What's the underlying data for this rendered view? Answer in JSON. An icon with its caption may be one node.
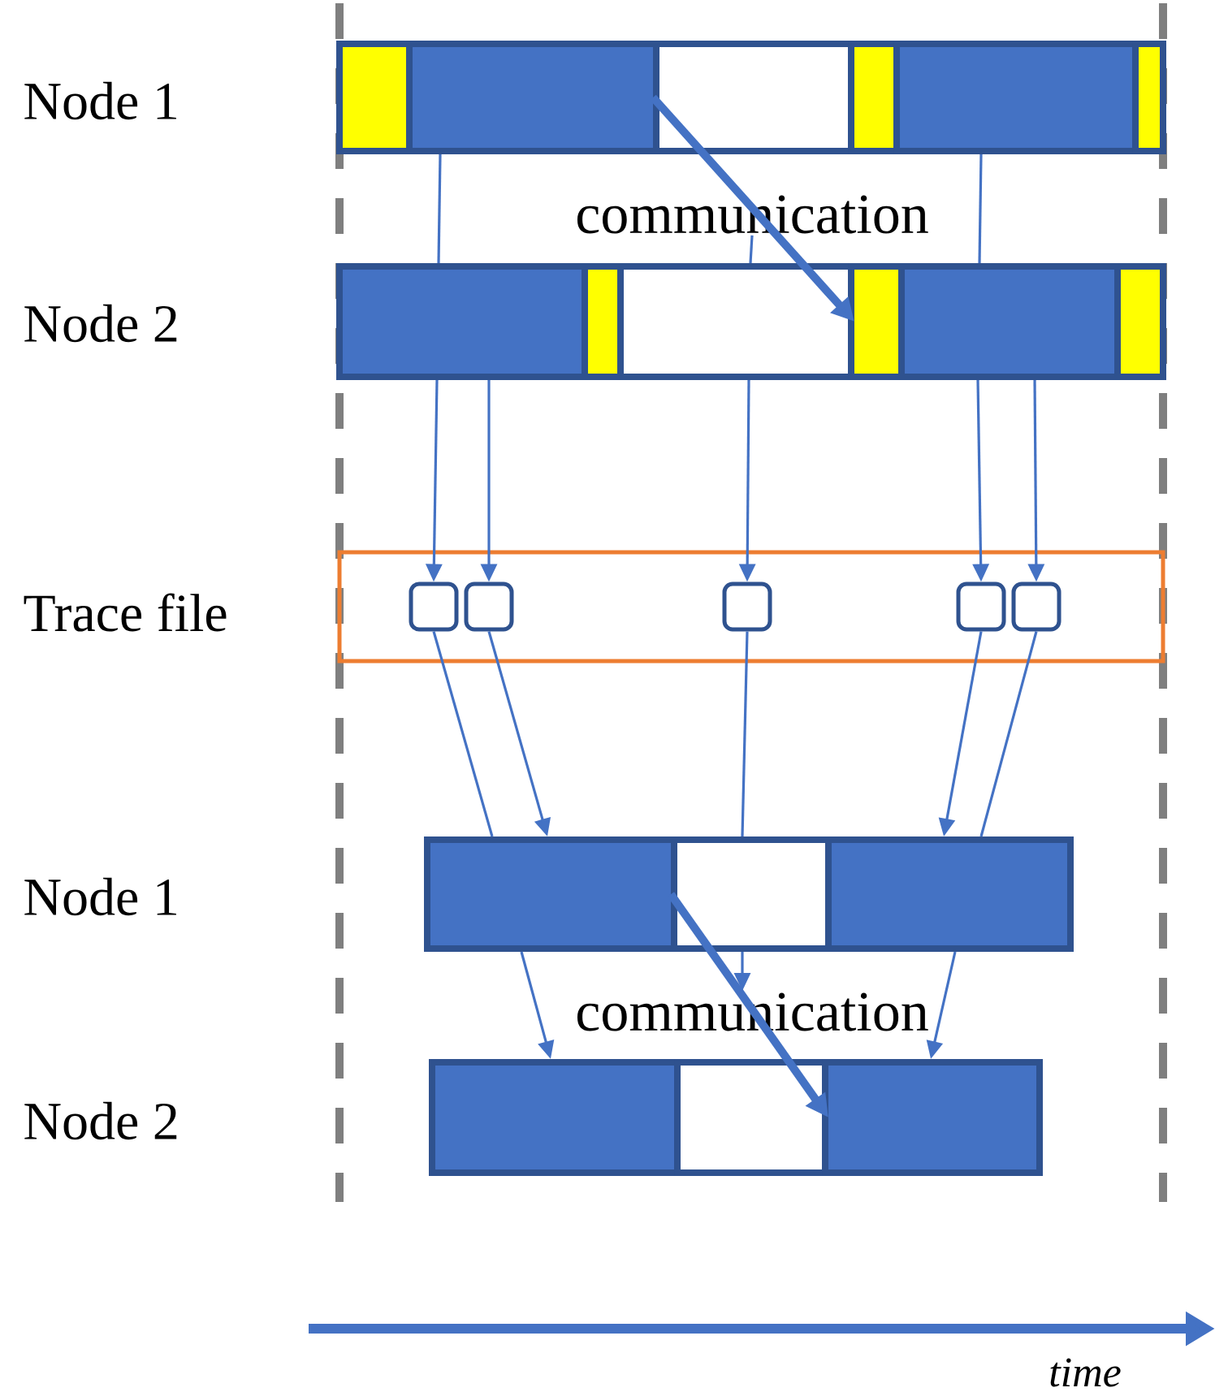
{
  "diagram": {
    "nodes": [
      {
        "text": [],
        "shape": "box"
      },
      {
        "text": [],
        "shape": "box"
      },
      {
        "text": [],
        "shape": "box"
      },
      {
        "text": [],
        "shape": "box"
      },
      {
        "text": [],
        "shape": "box"
      },
      {
        "text": [],
        "shape": "box"
      },
      {
        "text": [
          "communication"
        ]
      },
      {
        "text": [],
        "shape": "box"
      },
      {
        "text": [],
        "shape": "box"
      },
      {
        "text": [],
        "shape": "box"
      },
      {
        "text": [],
        "shape": "box"
      },
      {
        "text": [],
        "shape": "box"
      },
      {
        "text": [],
        "shape": "box"
      },
      {
        "text": [],
        "shape": "box"
      },
      {
        "text": [],
        "shape": "box",
        "in": 13
      },
      {
        "text": [],
        "shape": "box",
        "in": 13
      },
      {
        "text": [],
        "shape": "box",
        "in": 13
      },
      {
        "text": [],
        "shape": "box",
        "in": 13
      },
      {
        "text": [],
        "shape": "box",
        "in": 13
      },
      {
        "text": [],
        "shape": "box"
      },
      {
        "text": [],
        "shape": "box"
      },
      {
        "text": [],
        "shape": "box"
      },
      {
        "text": [
          "communication"
        ]
      },
      {
        "text": [],
        "shape": "box"
      },
      {
        "text": [],
        "shape": "box"
      },
      {
        "text": [],
        "shape": "box"
      }
    ],
    "edges": [
      {
        "from": 2,
        "to": 9,
        "arrow": "to",
        "style": "thick"
      },
      {
        "from": 1,
        "to": 7,
        "arrow": "none"
      },
      {
        "from": 4,
        "to": 11,
        "arrow": "none"
      },
      {
        "from": 6,
        "to": 9,
        "arrow": "none"
      },
      {
        "from": 9,
        "to": 16,
        "arrow": "to"
      },
      {
        "from": 7,
        "to": 14,
        "arrow": "to"
      },
      {
        "from": 7,
        "to": 15,
        "arrow": "to"
      },
      {
        "from": 11,
        "to": 17,
        "arrow": "to"
      },
      {
        "from": 11,
        "to": 18,
        "arrow": "to"
      },
      {
        "from": 14,
        "to": 19,
        "arrow": "none"
      },
      {
        "from": 15,
        "to": 19,
        "arrow": "to"
      },
      {
        "from": 16,
        "to": 20,
        "arrow": "none"
      },
      {
        "from": 17,
        "to": 21,
        "arrow": "to"
      },
      {
        "from": 18,
        "to": 21,
        "arrow": "none"
      },
      {
        "from": 20,
        "to": 24,
        "arrow": "to",
        "style": "thick"
      },
      {
        "from": 20,
        "to": 22,
        "arrow": "to"
      },
      {
        "from": 19,
        "to": 23,
        "arrow": "to"
      },
      {
        "from": 21,
        "to": 25,
        "arrow": "to"
      }
    ],
    "labels": [
      "Node 1",
      "Node 2",
      "Trace file",
      "Node 1",
      "Node 2",
      "time"
    ]
  }
}
